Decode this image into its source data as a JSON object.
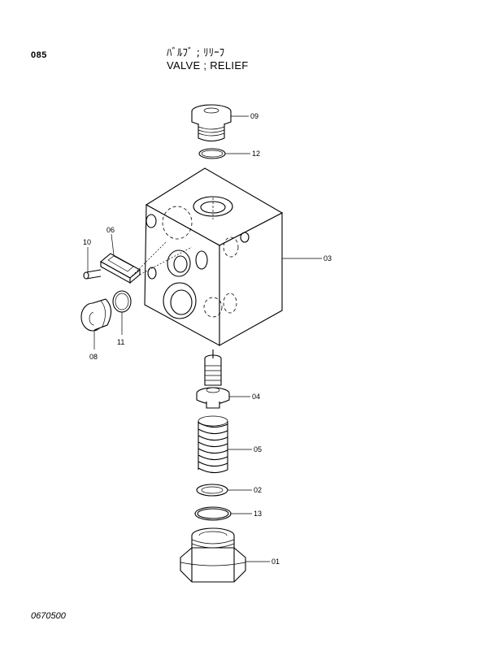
{
  "header": {
    "page_number": "085",
    "title_jp": "ﾊﾞﾙﾌﾞ ; ﾘﾘｰﾌ",
    "title_en": "VALVE ; RELIEF"
  },
  "footer": {
    "drawing_code": "0670500"
  },
  "parts": [
    {
      "callout": "09",
      "name": "plug"
    },
    {
      "callout": "12",
      "name": "o-ring"
    },
    {
      "callout": "03",
      "name": "valve-body"
    },
    {
      "callout": "06",
      "name": "plate"
    },
    {
      "callout": "10",
      "name": "screw"
    },
    {
      "callout": "08",
      "name": "plug"
    },
    {
      "callout": "11",
      "name": "o-ring"
    },
    {
      "callout": "04",
      "name": "poppet"
    },
    {
      "callout": "05",
      "name": "spring"
    },
    {
      "callout": "02",
      "name": "ring"
    },
    {
      "callout": "13",
      "name": "o-ring"
    },
    {
      "callout": "01",
      "name": "plug-hex"
    }
  ]
}
